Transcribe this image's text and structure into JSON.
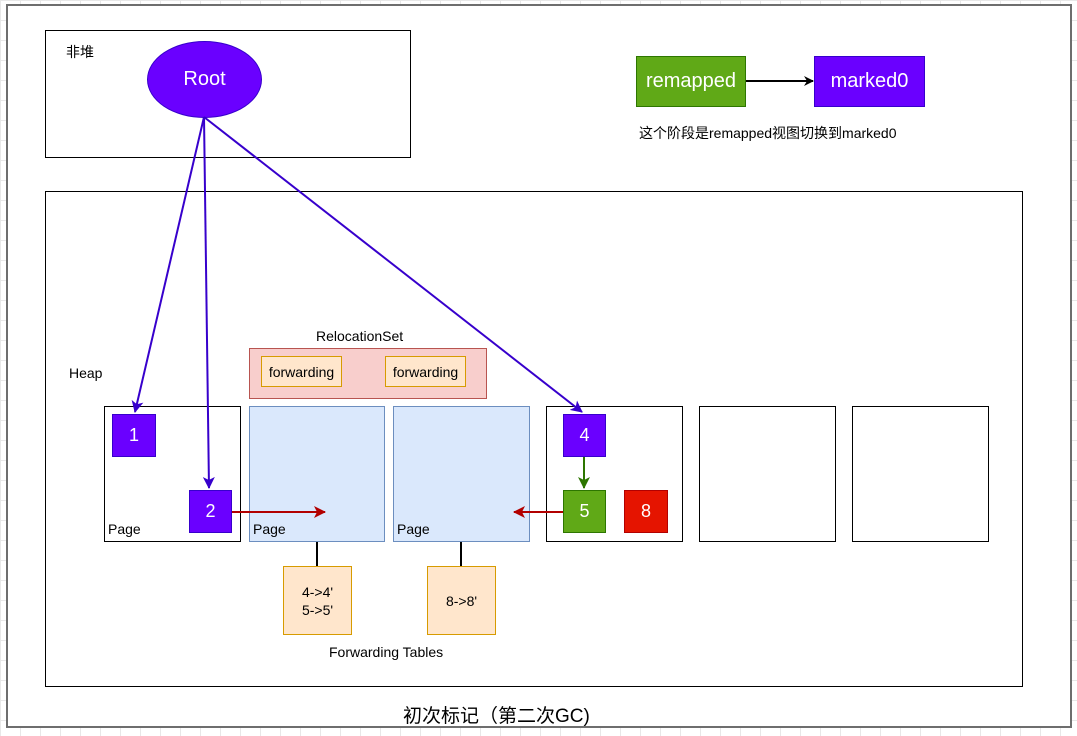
{
  "non_heap": {
    "label": "非堆",
    "root_label": "Root"
  },
  "legend": {
    "from_label": "remapped",
    "to_label": "marked0",
    "caption": "这个阶段是remapped视图切换到marked0",
    "from_color": "#60a917",
    "to_color": "#6a00ff"
  },
  "heap": {
    "label": "Heap",
    "relocation_set": {
      "title": "RelocationSet",
      "items": [
        "forwarding",
        "forwarding"
      ]
    },
    "pages": [
      {
        "label": "Page",
        "objects": [
          "1",
          "2"
        ]
      },
      {
        "label": "Page",
        "objects": []
      },
      {
        "label": "Page",
        "objects": []
      },
      {
        "label": "",
        "objects": [
          "4",
          "5",
          "8"
        ]
      },
      {
        "label": "",
        "objects": []
      },
      {
        "label": "",
        "objects": []
      }
    ],
    "forwarding_tables": {
      "title": "Forwarding Tables",
      "tables": [
        {
          "entries": [
            "4->4'",
            "5->5'"
          ]
        },
        {
          "entries": [
            "8->8'"
          ]
        }
      ]
    }
  },
  "colors": {
    "marked": "#6a00ff",
    "remapped": "#60a917",
    "garbage": "#e51400",
    "relocation_arrow": "#b20000",
    "root_ref": "#3700cc"
  },
  "caption": "初次标记（第二次GC)"
}
